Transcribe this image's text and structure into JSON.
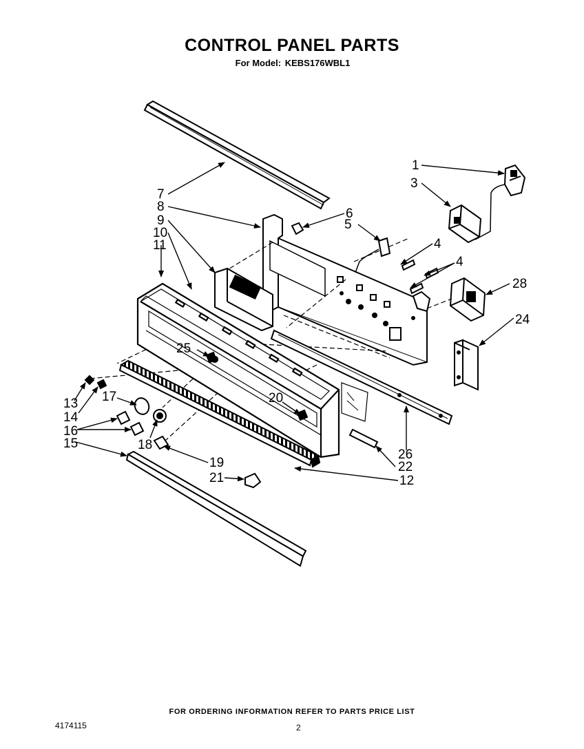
{
  "header": {
    "title": "CONTROL PANEL PARTS",
    "model_prefix": "For Model:",
    "model": "KEBS176WBL1"
  },
  "callouts": [
    {
      "id": "1",
      "label": "1"
    },
    {
      "id": "3",
      "label": "3"
    },
    {
      "id": "4a",
      "label": "4"
    },
    {
      "id": "4b",
      "label": "4"
    },
    {
      "id": "5",
      "label": "5"
    },
    {
      "id": "6",
      "label": "6"
    },
    {
      "id": "7",
      "label": "7"
    },
    {
      "id": "8",
      "label": "8"
    },
    {
      "id": "9",
      "label": "9"
    },
    {
      "id": "10",
      "label": "10"
    },
    {
      "id": "11",
      "label": "11"
    },
    {
      "id": "12",
      "label": "12"
    },
    {
      "id": "13",
      "label": "13"
    },
    {
      "id": "14",
      "label": "14"
    },
    {
      "id": "15",
      "label": "15"
    },
    {
      "id": "16",
      "label": "16"
    },
    {
      "id": "17",
      "label": "17"
    },
    {
      "id": "18",
      "label": "18"
    },
    {
      "id": "19",
      "label": "19"
    },
    {
      "id": "20",
      "label": "20"
    },
    {
      "id": "21",
      "label": "21"
    },
    {
      "id": "22",
      "label": "22"
    },
    {
      "id": "24",
      "label": "24"
    },
    {
      "id": "25",
      "label": "25"
    },
    {
      "id": "26",
      "label": "26"
    },
    {
      "id": "28",
      "label": "28"
    }
  ],
  "footer": {
    "ordering_note": "FOR ORDERING INFORMATION REFER TO PARTS PRICE LIST",
    "doc_number": "4174115",
    "page_number": "2"
  }
}
